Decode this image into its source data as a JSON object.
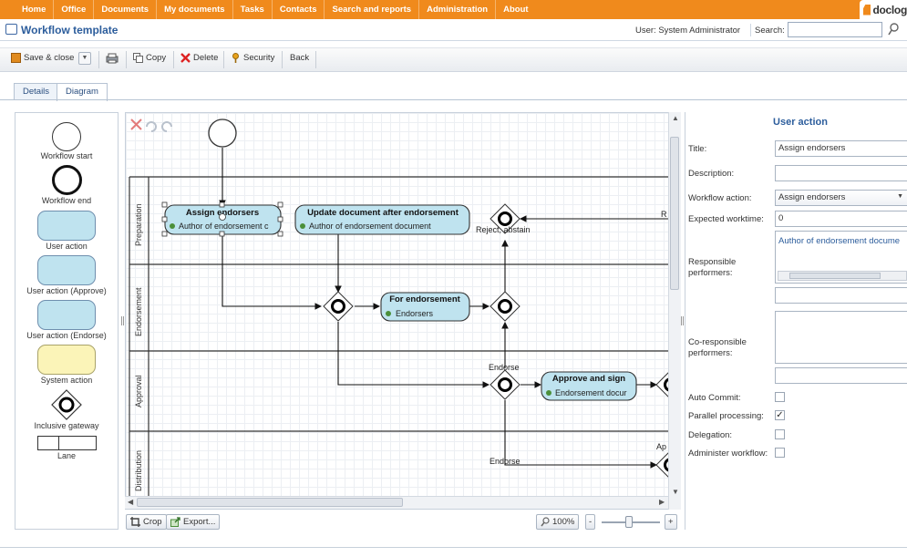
{
  "nav": {
    "items": [
      "Home",
      "Office",
      "Documents",
      "My documents",
      "Tasks",
      "Contacts",
      "Search and reports",
      "Administration",
      "About"
    ],
    "logo_text": "doclog"
  },
  "header": {
    "title": "Workflow template",
    "user_text": "User: System Administrator",
    "search_label": "Search:",
    "search_value": ""
  },
  "toolbar": {
    "save_close": "Save & close",
    "copy": "Copy",
    "delete": "Delete",
    "security": "Security",
    "back": "Back"
  },
  "tabs": [
    "Details",
    "Diagram"
  ],
  "palette": {
    "items": [
      "Workflow start",
      "Workflow end",
      "User action",
      "User action (Approve)",
      "User action (Endorse)",
      "System action",
      "Inclusive gateway",
      "Lane"
    ]
  },
  "diagram": {
    "lanes": [
      "Preparation",
      "Endorsement",
      "Approval",
      "Distribution"
    ],
    "nodes": [
      {
        "title": "Assign endorsers",
        "subtitle": "Author of endorsement c"
      },
      {
        "title": "Update document after endorsement",
        "subtitle": "Author of endorsement document"
      },
      {
        "title": "For endorsement",
        "subtitle": "Endorsers"
      },
      {
        "title": "Approve and sign",
        "subtitle": "Endorsement docur"
      }
    ],
    "edge_labels": [
      "Reject, abstain",
      "Endorse",
      "Endorse",
      "R",
      "Ap"
    ]
  },
  "canvas_bar": {
    "crop": "Crop",
    "export": "Export...",
    "zoom": "100%",
    "zoom_minus": "-",
    "zoom_plus": "+"
  },
  "properties": {
    "heading": "User action",
    "title_label": "Title:",
    "title_value": "Assign endorsers",
    "description_label": "Description:",
    "description_value": "",
    "workflow_action_label": "Workflow action:",
    "workflow_action_value": "Assign endorsers",
    "expected_worktime_label": "Expected worktime:",
    "expected_worktime_value": "0",
    "responsible_label": "Responsible performers:",
    "responsible_value": "Author of endorsement docume",
    "coresponsible_label": "Co-responsible performers:",
    "auto_commit_label": "Auto Commit:",
    "auto_commit": false,
    "parallel_label": "Parallel processing:",
    "parallel": true,
    "delegation_label": "Delegation:",
    "delegation": false,
    "administer_label": "Administer workflow:",
    "administer": false
  }
}
